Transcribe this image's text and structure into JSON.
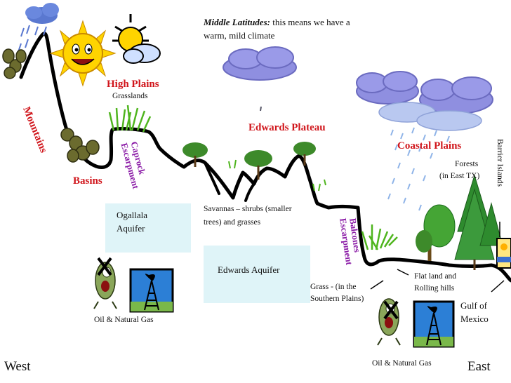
{
  "header": {
    "latitudes_title": "Middle Latitudes:",
    "latitudes_line1": " this means we have a",
    "latitudes_line2": "warm, mild climate"
  },
  "regions": {
    "mountains": "Mountains",
    "basins": "Basins",
    "high_plains": "High Plains",
    "grasslands": "Grasslands",
    "edwards_plateau": "Edwards Plateau",
    "coastal_plains": "Coastal Plains",
    "caprock_line1": "Caprock",
    "caprock_line2": "Escarpment",
    "balcones_line1": "Balcones",
    "balcones_line2": "Escarpment",
    "barrier_islands": "Barrier Islands"
  },
  "annotations": {
    "ogallala_line1": "Ogallala",
    "ogallala_line2": "Aquifer",
    "edwards_aquifer": "Edwards Aquifer",
    "savannas_line1": "Savannas – shrubs (smaller",
    "savannas_line2": "trees) and grasses",
    "grass_line1": "Grass - (in the",
    "grass_line2": "Southern Plains)",
    "forests_line1": "Forests",
    "forests_line2": "(in East TX)",
    "flat_line1": "Flat land and",
    "flat_line2": "Rolling hills",
    "gulf_line1": "Gulf of",
    "gulf_line2": "Mexico",
    "oil_gas_west": "Oil & Natural Gas",
    "oil_gas_east": "Oil & Natural Gas"
  },
  "directions": {
    "west": "West",
    "east": "East"
  },
  "colors": {
    "terrain": "#000000",
    "region_label": "#d0151b",
    "escarpment_label": "#8a1aa6",
    "aquifer": "#dff4f8",
    "cloud": "#8f8fe0",
    "rain": "#8fb4e8",
    "grass": "#4fb51e",
    "tree": "#2e8b2e",
    "sun": "#ffd400"
  },
  "icons": [
    "sun-icon",
    "storm-cloud-icon",
    "rain-cloud-icon",
    "tree-icon",
    "grass-icon",
    "oil-derrick-icon",
    "plankton-character-icon",
    "no-symbol-icon",
    "beach-icon"
  ]
}
